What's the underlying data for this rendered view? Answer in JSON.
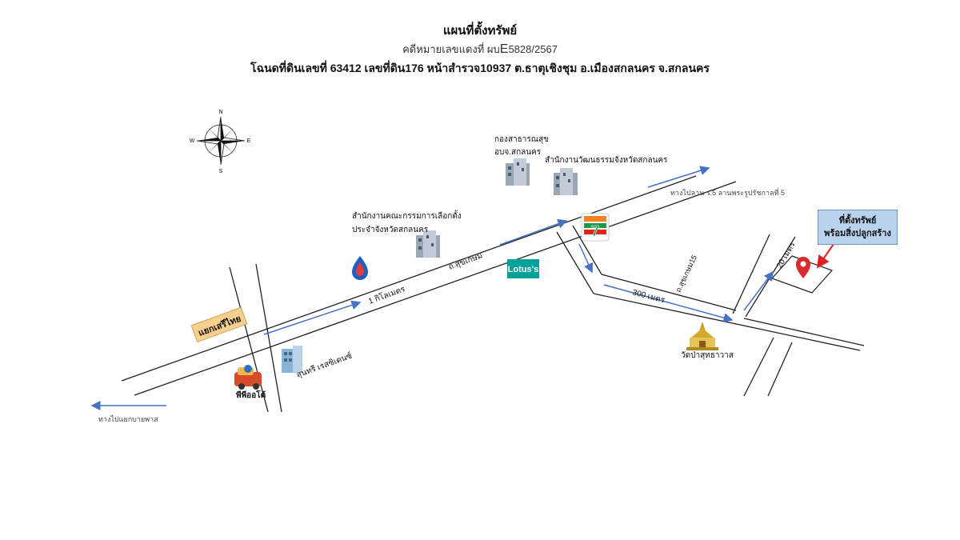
{
  "header": {
    "title": "แผนที่ตั้งทรัพย์",
    "subtitle_prefix": "คดีหมายเลขแดงที่ ผบ",
    "subtitle_code": "E",
    "subtitle_number": "5828/2567",
    "deed": "โฉนดที่ดินเลขที่ 63412 เลขที่ดิน176 หน้าสำรวจ10937 ต.ธาตุเชิงชุม อ.เมืองสกลนคร จ.สกลนคร"
  },
  "compass": {
    "n": "N",
    "s": "S",
    "e": "E",
    "w": "W"
  },
  "labels": {
    "health": [
      "กองสาธารณสุข",
      "อบจ.สกลนคร"
    ],
    "culture": "สำนักงานวัฒนธรรมจังหวัดสกลนคร",
    "election": [
      "สำนักงานคณะกรรมการเลือกตั้ง",
      "ประจำจังหวัดสกลนคร"
    ],
    "to_lan": "ทางไปลาน ร.5 ลานพระรูปรัชกาลที่ 5",
    "road_sukkasem": "ถ.สุขเกษม",
    "distance_1km": "1 กิโลเมตร",
    "lotus": "Lotus's",
    "distance_300": "300 เมตร",
    "soi": "ถ.สุขเกษม15",
    "distance_20": "20 เมตร",
    "temple": "วัดป่าสุทธาวาส",
    "junction": "แยกเสรีไทย",
    "garage": "พีพีออโต้",
    "hotel": "สุนทรี เรสซิเดนซ์",
    "to_bypass": "ทางไปแยกบายพาส"
  },
  "callout": {
    "line1": "ที่ตั้งทรัพย์",
    "line2": "พร้อมสิ่งปลูกสร้าง"
  },
  "colors": {
    "arrow": "#4472c4",
    "callout_bg": "#b9d3ef",
    "junction_bg": "#f7cf8e",
    "pin": "#d92b2b",
    "red_arrow": "#e02020"
  }
}
